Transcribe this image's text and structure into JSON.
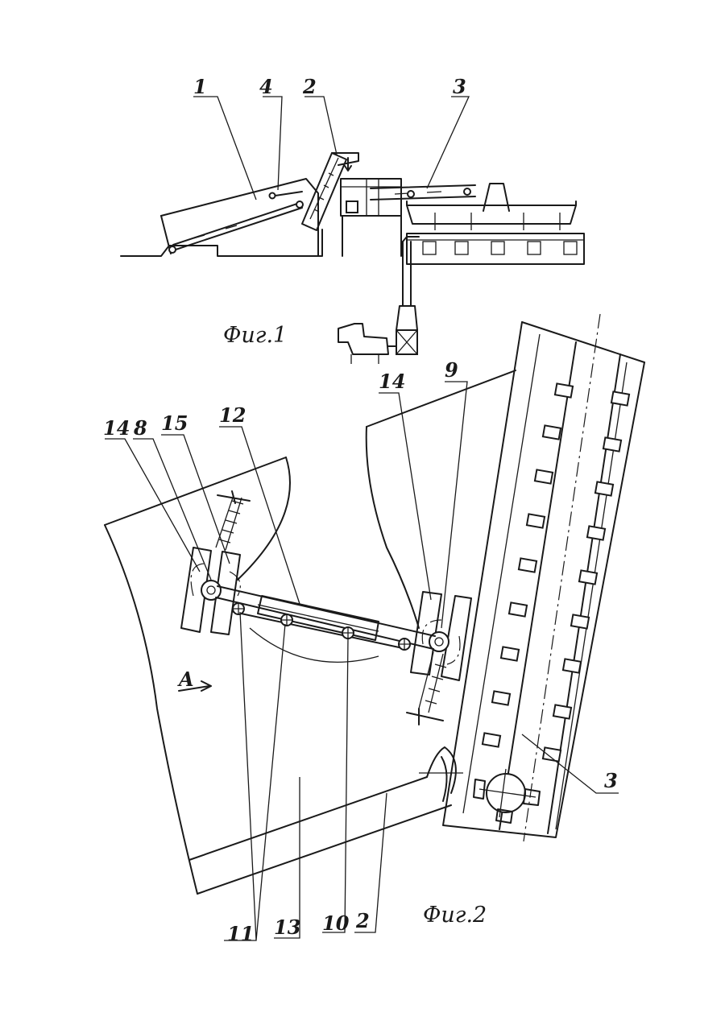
{
  "figure1": {
    "caption": "Фиг.1",
    "labels": [
      "1",
      "4",
      "2",
      "3"
    ]
  },
  "figure2": {
    "caption": "Фиг.2",
    "view_label": "A",
    "top_labels": [
      "14",
      "8",
      "15",
      "12",
      "14",
      "9"
    ],
    "side_label": "3",
    "bottom_labels": [
      "11",
      "13",
      "10",
      "2"
    ]
  }
}
